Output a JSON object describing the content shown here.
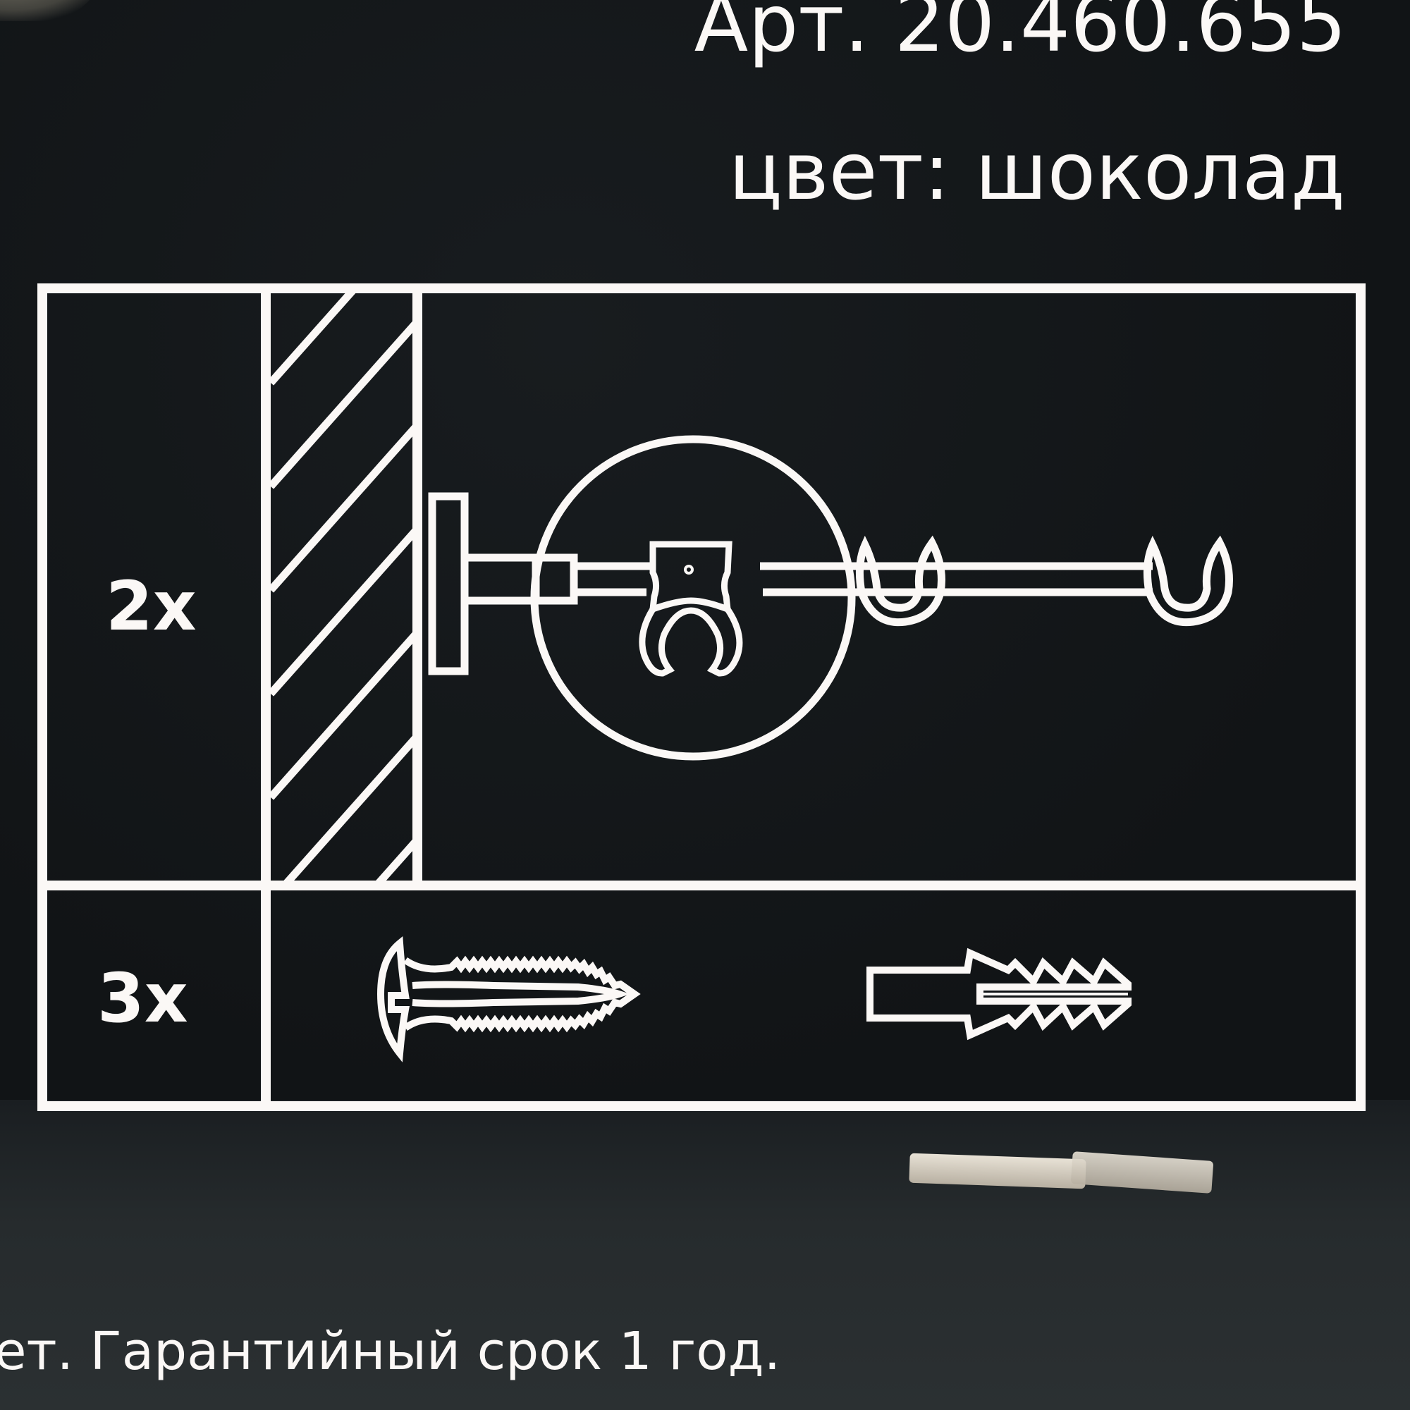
{
  "label": {
    "article": "Арт. 20.460.655",
    "color": "цвет: шоколад",
    "warranty": "ет. Гарантийный срок 1 год."
  },
  "diagram": {
    "rows": [
      {
        "quantity": "2x",
        "item": "wall-bracket-double-rod",
        "icon": "double-curtain-rod-bracket-icon",
        "detail_icon": "ring-clip-icon"
      },
      {
        "quantity": "3x",
        "items": [
          "screw",
          "wall-plug"
        ],
        "icons": [
          "screw-icon",
          "dowel-icon"
        ]
      }
    ],
    "wall_icon": "hatched-wall-icon"
  },
  "colors": {
    "background": "#14181b",
    "line": "#fbf8f6"
  }
}
